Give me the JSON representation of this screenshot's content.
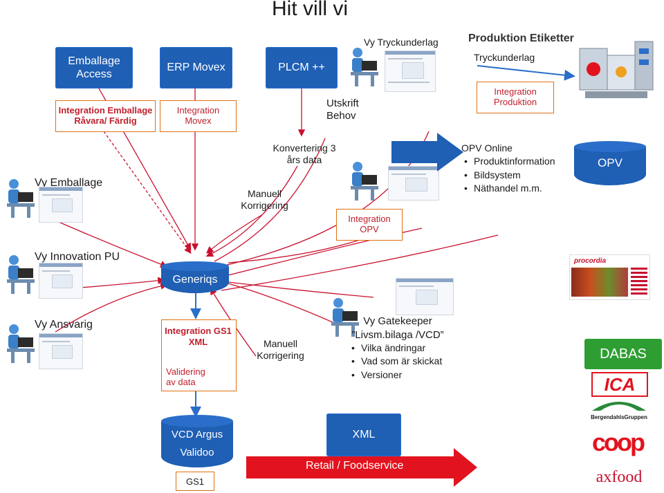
{
  "title": "Hit vill vi",
  "boxes": {
    "emballage_access": "Emballage Access",
    "erp_movex": "ERP Movex",
    "plcm": "PLCM ++",
    "integration_emballage": "Integration Emballage Råvara/ Färdig",
    "integration_movex": "Integration Movex",
    "integration_produktion": "Integration Produktion",
    "integration_opv": "Integration OPV",
    "opv": "OPV",
    "genericqs": "Generiqs",
    "integration_gs1": "Integration GS1 XML",
    "validering": "Validering av data",
    "vcd_argus": "VCD Argus",
    "validoo": "Validoo",
    "gs1": "GS1",
    "xml": "XML",
    "retail": "Retail  / Foodservice",
    "dabas": "DABAS"
  },
  "labels": {
    "vy_tryckunderlag": "Vy Tryckunderlag",
    "produktion_etiketter": "Produktion Etiketter",
    "tryckunderlag": "Tryckunderlag",
    "utskrift_behov": "Utskrift Behov",
    "konvertering": "Konvertering 3 års data",
    "manuell_korrigering_1": "Manuell Korrigering",
    "vy_emballage": "Vy Emballage",
    "vy_innovation": "Vy Innovation PU",
    "vy_ansvarig": "Vy Ansvarig",
    "manuell_korrigering_2": "Manuell Korrigering",
    "vy_gatekeeper": "Vy Gatekeeper",
    "livsm": "”Livsm.bilaga /VCD”"
  },
  "opv_online": {
    "heading": "OPV Online",
    "items": [
      "Produktinformation",
      "Bildsystem",
      "Näthandel m.m."
    ]
  },
  "gatekeeper_items": [
    "Vilka ändringar",
    "Vad som är skickat",
    "Versioner"
  ],
  "logos": {
    "ica": "ICA",
    "bergendahls": "BergendahlsGruppen",
    "coop": "coop",
    "axfood": "axfood",
    "procordia": "procordia"
  },
  "colors": {
    "box_blue": "#1f5fb4",
    "accent_red": "#e2131e",
    "orange_border": "#e07010",
    "dabas_green": "#2e9e32"
  }
}
